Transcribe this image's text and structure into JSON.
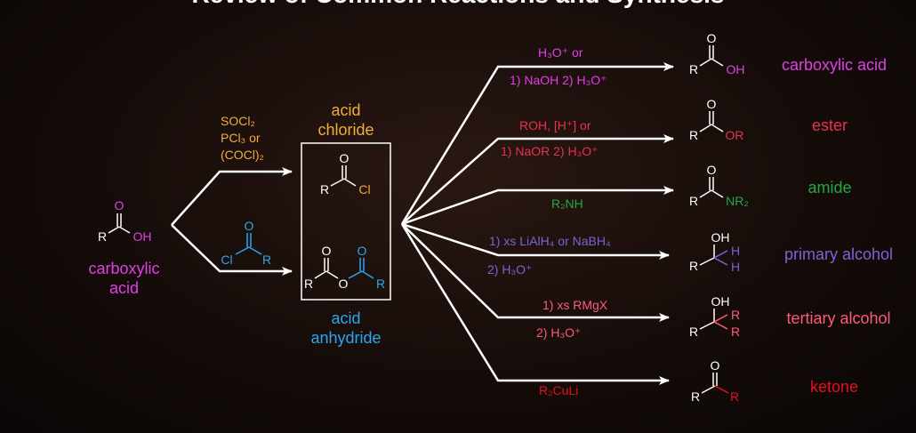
{
  "title": "Review of Common Reactions and Synthesis",
  "start": {
    "label_line1": "carboxylic",
    "label_line2": "acid",
    "atom_R": "R",
    "atom_O": "O",
    "atom_OH": "OH"
  },
  "reagents_to_chloride": {
    "line1": "SOCl₂",
    "line2": "PCl₃ or",
    "line3": "(COCl)₂"
  },
  "reagent_to_anhydride": {
    "atom_Cl": "Cl",
    "atom_O": "O",
    "atom_R": "R"
  },
  "chloride": {
    "label_line1": "acid",
    "label_line2": "chloride",
    "atom_R": "R",
    "atom_O": "O",
    "atom_Cl": "Cl"
  },
  "anhydride": {
    "label_line1": "acid",
    "label_line2": "anhydride",
    "atom_R1": "R",
    "atom_R2": "R",
    "atom_O1": "O",
    "atom_O2": "O",
    "atom_O3": "O"
  },
  "reactions": [
    {
      "above": "H₃O⁺ or",
      "below": "1) NaOH 2) H₃O⁺",
      "product": "carboxylic acid",
      "groups": [
        "R",
        "O",
        "OH"
      ]
    },
    {
      "above": "ROH, [H⁺] or",
      "below": "1) NaOR 2) H₃O⁺",
      "product": "ester",
      "groups": [
        "R",
        "O",
        "OR"
      ]
    },
    {
      "above": "",
      "below": "R₂NH",
      "product": "amide",
      "groups": [
        "R",
        "O",
        "NR₂"
      ]
    },
    {
      "above": "1) xs LiAlH₄ or NaBH₄",
      "below": "2) H₃O⁺",
      "product": "primary alcohol",
      "groups": [
        "R",
        "OH",
        "H",
        "H"
      ]
    },
    {
      "above": "1) xs RMgX",
      "below": "2) H₃O⁺",
      "product": "tertiary alcohol",
      "groups": [
        "R",
        "OH",
        "R",
        "R"
      ]
    },
    {
      "above": "",
      "below": "R₂CuLi",
      "product": "ketone",
      "groups": [
        "R",
        "O",
        "R"
      ]
    }
  ],
  "colors": {
    "carboxylic_acid": "#e040e6",
    "acid_chloride": "#f0ad3a",
    "acid_anhydride": "#28a8ee",
    "ester": "#e8324f",
    "amide": "#22a845",
    "primary_alcohol": "#7b63d8",
    "tertiary_alcohol": "#ff5a7a",
    "ketone": "#e80f1b"
  }
}
